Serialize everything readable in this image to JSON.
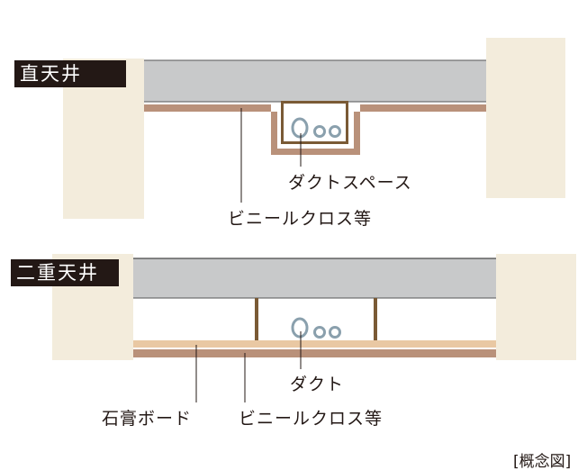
{
  "top_section": {
    "title": "直天井",
    "duct_space_label": "ダクトスペース",
    "cloth_label": "ビニールクロス等"
  },
  "bottom_section": {
    "title": "二重天井",
    "duct_label": "ダクト",
    "gypsum_label": "石膏ボード",
    "cloth_label": "ビニールクロス等"
  },
  "note": "[概念図]",
  "colors": {
    "wall": "#f3ecdc",
    "slab": "#c8c9ca",
    "cloth": "#b9917a",
    "gypsum": "#e9c8a3",
    "frame": "#7a5a35",
    "duct": "#8aa0ad",
    "tag_bg": "#231815"
  }
}
